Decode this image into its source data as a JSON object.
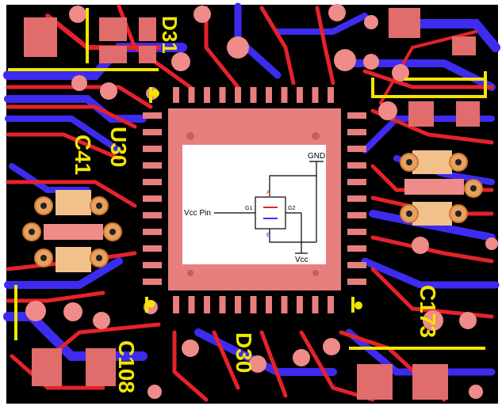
{
  "colors": {
    "board": "#000000",
    "trace_red": "#e5222b",
    "trace_blue": "#3d2bf0",
    "pad_pink": "#e06c6c",
    "pad_salmon": "#ef8b89",
    "pad_tan": "#f2c08a",
    "silkscreen": "#f2e600",
    "chip_body": "#e67f7d",
    "schematic_bg": "#ffffff",
    "gate_a": "#e5222b",
    "gate_b": "#3d2bf0"
  },
  "silkscreen": {
    "d31": "D31",
    "c41": "C41",
    "u30": "U30",
    "c108": "C108",
    "d30": "D30",
    "c173": "C173"
  },
  "schematic": {
    "gnd_label": "GND",
    "vcc_pin_label": "Vcc Pin",
    "g1_label": "G1",
    "g2_label": "G2",
    "a_label": "A",
    "b_label": "B",
    "vcc_label": "Vcc"
  }
}
